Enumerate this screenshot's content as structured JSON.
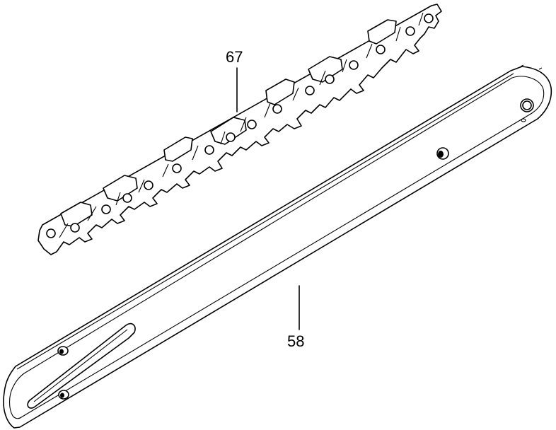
{
  "parts": [
    {
      "number": "67",
      "part": "saw-chain"
    },
    {
      "number": "58",
      "part": "guide-bar"
    }
  ],
  "colors": {
    "line": "#000000",
    "background": "#ffffff"
  }
}
